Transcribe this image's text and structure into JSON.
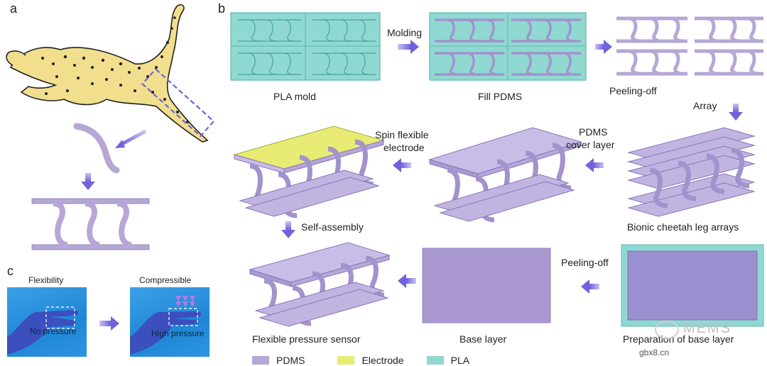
{
  "panels": {
    "a": "a",
    "b": "b",
    "c": "c"
  },
  "labels": {
    "pla_mold": "PLA mold",
    "fill_pdms": "Fill PDMS",
    "peeling_off_1": "Peeling-off",
    "molding": "Molding",
    "array": "Array",
    "bionic_arrays": "Bionic cheetah leg arrays",
    "pdms_cover_1": "PDMS",
    "pdms_cover_2": "cover layer",
    "spin_1": "Spin flexible",
    "spin_2": "electrode",
    "self_assembly": "Self-assembly",
    "peeling_off_2": "Peeling-off",
    "flexible_sensor": "Flexible pressure sensor",
    "base_layer": "Base layer",
    "prep_base": "Preparation of base layer"
  },
  "photos": {
    "flexibility": "Flexibility",
    "compressible": "Compressible",
    "no_pressure": "No pressure",
    "high_pressure": "High pressure"
  },
  "legend": [
    {
      "name": "PDMS",
      "color": "#b6a7d6"
    },
    {
      "name": "Electrode",
      "color": "#e8ec74"
    },
    {
      "name": "PLA",
      "color": "#8fd9d2"
    }
  ],
  "watermark": {
    "main": "MEMS",
    "sub": "gbx8.cn"
  },
  "colors": {
    "pdms": "#b6a7d6",
    "pdms_dark": "#9585bf",
    "pla": "#8fd9d2",
    "electrode": "#e8ec74",
    "arrow": "#7b6fe0"
  }
}
